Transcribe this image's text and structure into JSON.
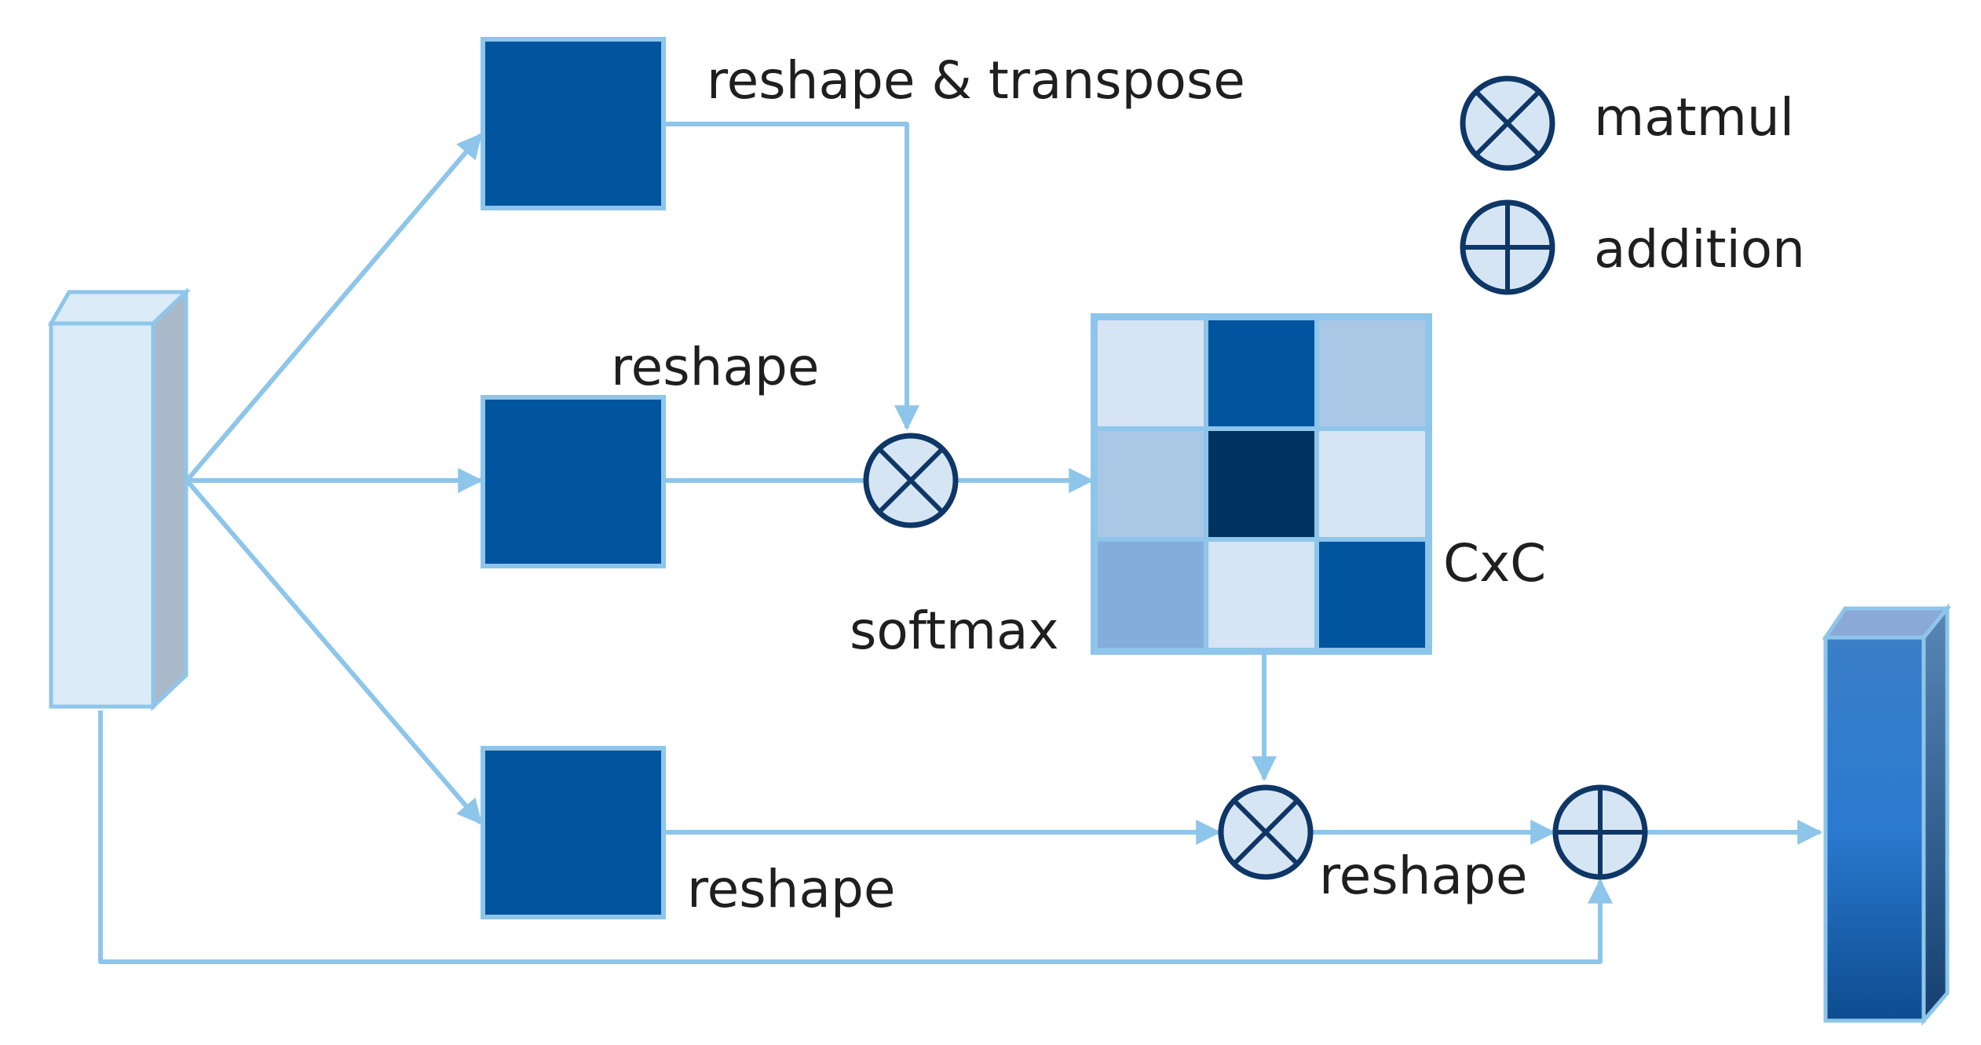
{
  "labels": {
    "top_branch": "reshape & transpose",
    "middle_branch": "reshape",
    "softmax": "softmax",
    "matrix_size": "CxC",
    "bottom_branch": "reshape",
    "output_reshape": "reshape"
  },
  "legend": {
    "matmul": "matmul",
    "addition": "addition"
  },
  "colors": {
    "arrow": "#8ec5ea",
    "block_fill": "#01549e",
    "block_border": "#8ec5ea",
    "op_fill": "#d6e5f4",
    "op_stroke": "#0e3666",
    "input_front": "#dbecf8",
    "input_side": "#a9b9c9"
  },
  "attention_matrix": [
    [
      "#d6e4f3",
      "#01549e",
      "#abc7e6"
    ],
    [
      "#abc7e6",
      "#00335f",
      "#d6e4f3"
    ],
    [
      "#84addb",
      "#d6e4f3",
      "#01549e"
    ]
  ]
}
